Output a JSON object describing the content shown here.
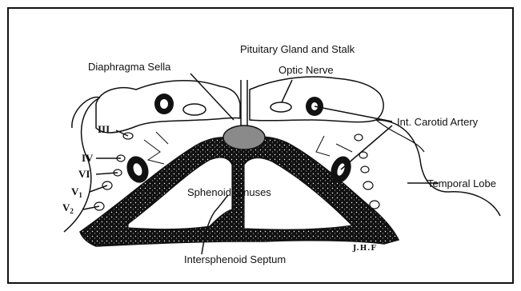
{
  "labels": {
    "pituitary": "Pituitary Gland and Stalk",
    "diaphragma": "Diaphragma Sella",
    "optic": "Optic Nerve",
    "carotid": "Int. Carotid Artery",
    "temporal": "Temporal Lobe",
    "sphenoid": "Sphenoid Sinuses",
    "septum": "Intersphenoid Septum",
    "nerve3": "III",
    "nerve4": "IV",
    "nerve6": "VI",
    "nerve_v1": "V",
    "nerve_v1_sub": "1",
    "nerve_v2": "V",
    "nerve_v2_sub": "2",
    "signature": "J.H.F"
  },
  "colors": {
    "ink": "#111111",
    "gland": "#8a8a8a",
    "bone_speckle": "#ffffff",
    "background": "#ffffff"
  }
}
